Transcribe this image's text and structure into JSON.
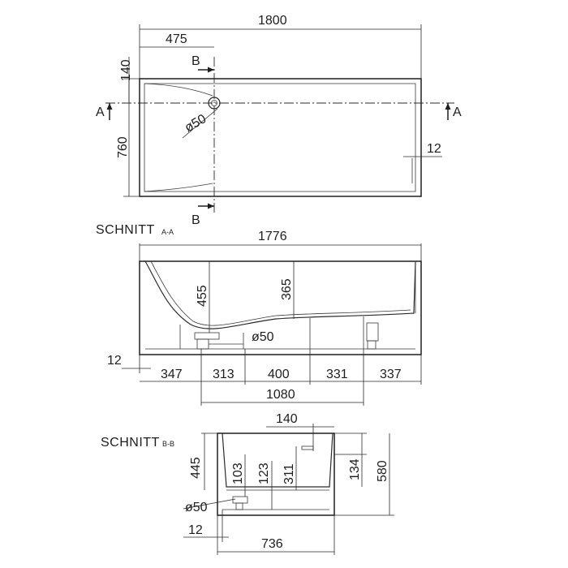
{
  "top_view": {
    "overall_length": "1800",
    "drain_offset": "475",
    "drain_rim_offset": "140",
    "width": "760",
    "rim_thickness": "12",
    "drain_diameter": "ø50",
    "section_a_mark": "A",
    "section_b_mark": "B"
  },
  "section_aa": {
    "title": "SCHNITT",
    "title_suffix": "A-A",
    "inner_length": "1776",
    "depth_back": "455",
    "depth_middle": "365",
    "drain_diameter": "ø50",
    "wall": "12",
    "seg_1": "347",
    "seg_2": "313",
    "seg_3": "400",
    "seg_4": "331",
    "seg_5": "337",
    "feet_span": "1080"
  },
  "section_bb": {
    "title": "SCHNITT",
    "title_suffix": "B-B",
    "drain_rim_offset": "140",
    "depth_inner": "445",
    "h_103": "103",
    "h_123": "123",
    "h_311": "311",
    "h_134": "134",
    "overall_height": "580",
    "drain_diameter": "ø50",
    "wall": "12",
    "overall_width": "736"
  }
}
